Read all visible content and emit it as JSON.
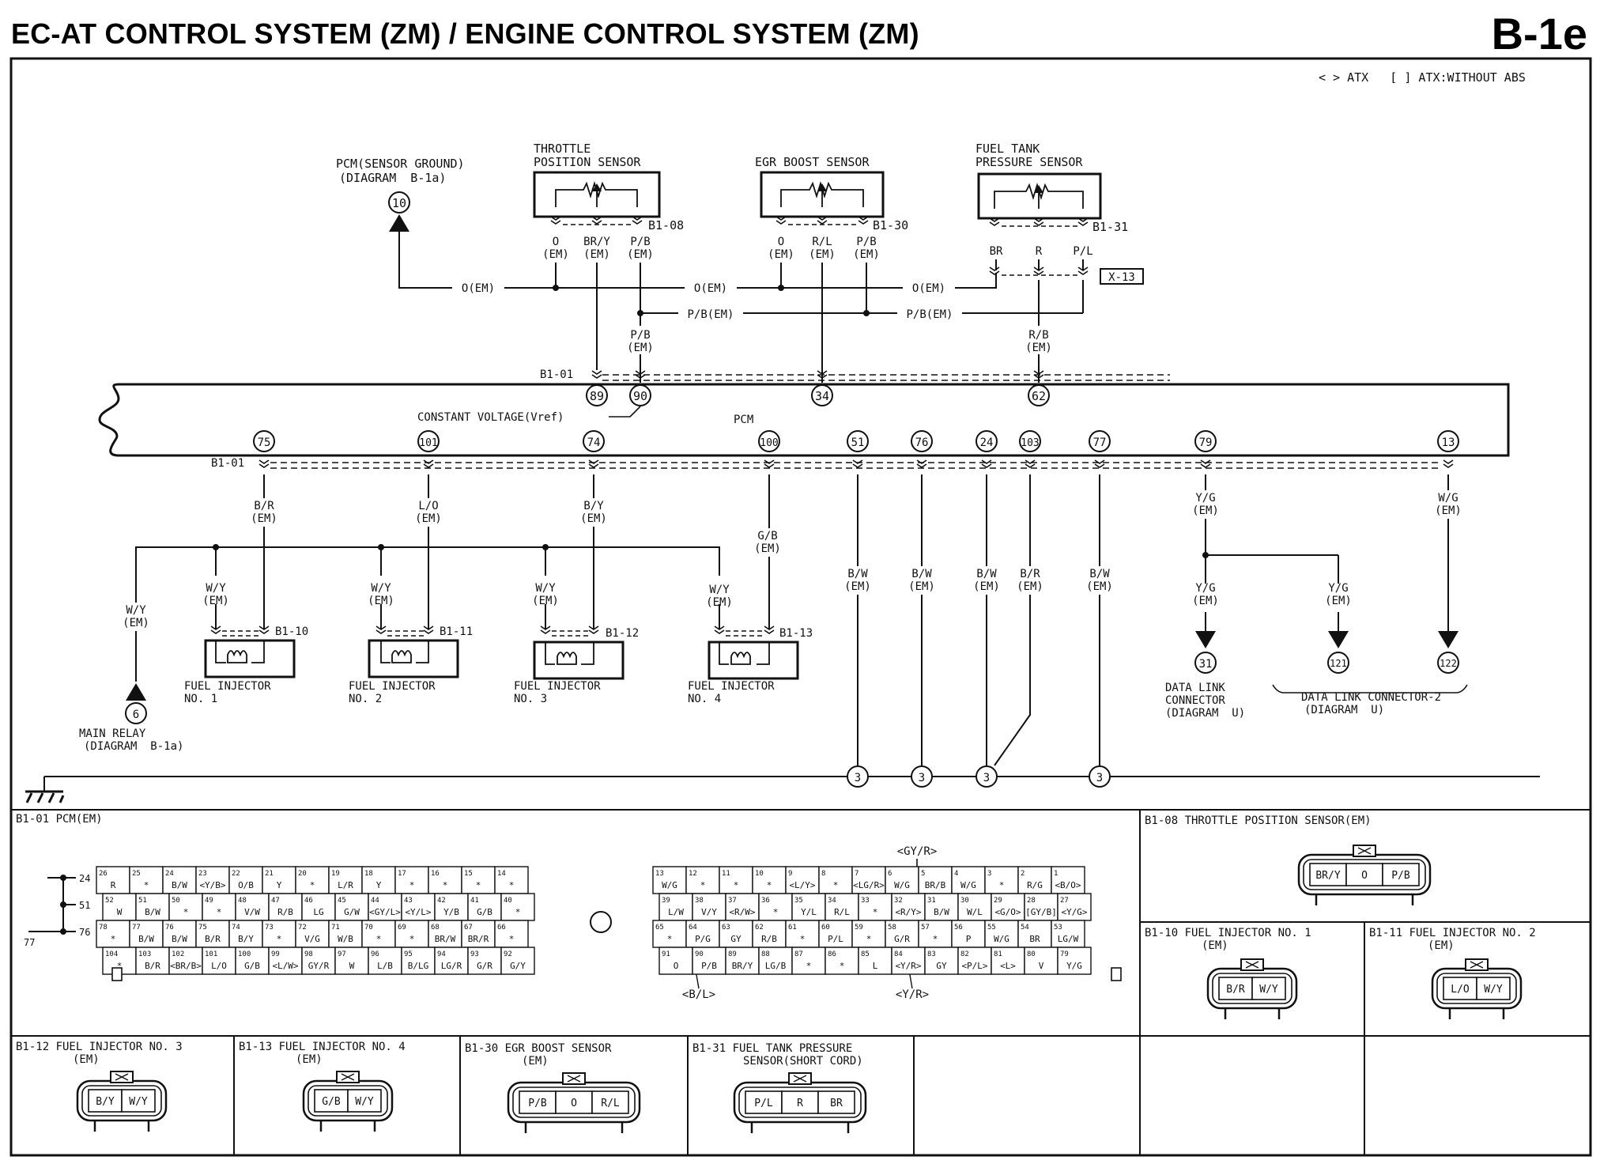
{
  "header": {
    "title": "EC-AT CONTROL SYSTEM (ZM) / ENGINE CONTROL SYSTEM (ZM)",
    "code": "B-1e",
    "legend": "< > ATX   [ ] ATX:WITHOUT ABS"
  },
  "pcm": {
    "label": "PCM",
    "connector_top": "B1-01",
    "connector_bottom": "B1-01",
    "constant_voltage": "CONSTANT VOLTAGE(Vref)"
  },
  "sensor_ground": {
    "label": "PCM(SENSOR GROUND)",
    "ref": "(DIAGRAM  B-1a)",
    "terminal": "10"
  },
  "sensors": [
    {
      "title1": "THROTTLE",
      "title2": "POSITION SENSOR",
      "connector": "B1-08",
      "wires": [
        {
          "c": "O",
          "s": "(EM)"
        },
        {
          "c": "BR/Y",
          "s": "(EM)"
        },
        {
          "c": "P/B",
          "s": "(EM)"
        }
      ]
    },
    {
      "title1": "",
      "title2": "EGR BOOST SENSOR",
      "connector": "B1-30",
      "wires": [
        {
          "c": "O",
          "s": "(EM)"
        },
        {
          "c": "R/L",
          "s": "(EM)"
        },
        {
          "c": "P/B",
          "s": "(EM)"
        }
      ]
    },
    {
      "title1": "FUEL TANK",
      "title2": "PRESSURE SENSOR",
      "connector": "B1-31",
      "wires": [
        {
          "c": "BR",
          "s": ""
        },
        {
          "c": "R",
          "s": ""
        },
        {
          "c": "P/L",
          "s": ""
        }
      ]
    }
  ],
  "mid_wires": {
    "o_em": "O(EM)",
    "pb_em": "P/B(EM)",
    "pb": "P/B",
    "em": "(EM)",
    "rb": "R/B",
    "x13": "X-13"
  },
  "pcm_top_terminals": [
    "89",
    "90",
    "34",
    "62"
  ],
  "pcm_bottom_terminals": [
    {
      "t": "75",
      "c": "B/R",
      "s": "(EM)"
    },
    {
      "t": "101",
      "c": "L/O",
      "s": "(EM)"
    },
    {
      "t": "74",
      "c": "B/Y",
      "s": "(EM)"
    },
    {
      "t": "100",
      "c": "G/B",
      "s": "(EM)"
    },
    {
      "t": "51",
      "c": "B/W",
      "s": "(EM)"
    },
    {
      "t": "76",
      "c": "B/W",
      "s": "(EM)"
    },
    {
      "t": "24",
      "c": "B/W",
      "s": "(EM)"
    },
    {
      "t": "103",
      "c": "B/R",
      "s": "(EM)"
    },
    {
      "t": "77",
      "c": "B/W",
      "s": "(EM)"
    },
    {
      "t": "79",
      "c": "Y/G",
      "s": "(EM)"
    },
    {
      "t": "13",
      "c": "W/G",
      "s": "(EM)"
    }
  ],
  "injectors": [
    {
      "name": "FUEL INJECTOR",
      "no": "NO. 1",
      "connector": "B1-10"
    },
    {
      "name": "FUEL INJECTOR",
      "no": "NO. 2",
      "connector": "B1-11"
    },
    {
      "name": "FUEL INJECTOR",
      "no": "NO. 3",
      "connector": "B1-12"
    },
    {
      "name": "FUEL INJECTOR",
      "no": "NO. 4",
      "connector": "B1-13"
    }
  ],
  "injector_feed": {
    "c": "W/Y",
    "s": "(EM)"
  },
  "main_relay": {
    "terminal": "6",
    "label": "MAIN RELAY",
    "ref": "(DIAGRAM  B-1a)"
  },
  "ground_terminal": "3",
  "dlc": {
    "yg": "Y/G",
    "em": "(EM)",
    "t31": "31",
    "t121": "121",
    "t122": "122",
    "dlc1_a": "DATA LINK",
    "dlc1_b": "CONNECTOR",
    "dlc1_c": "(DIAGRAM  U)",
    "dlc2_a": "DATA LINK CONNECTOR-2",
    "dlc2_b": "(DIAGRAM  U)"
  },
  "pcm_connector": {
    "title": "B1-01 PCM(EM)",
    "left_rows": [
      [
        "26 R",
        "25 *",
        "24 B/W",
        "23 <Y/B>",
        "22 O/B",
        "21 Y",
        "20 *",
        "19 L/R",
        "18 Y",
        "17 *",
        "16 *",
        "15 *",
        "14 *"
      ],
      [
        "52 W",
        "51 B/W",
        "50 *",
        "49 *",
        "48 V/W",
        "47 R/B",
        "46 LG",
        "45 G/W",
        "44 <GY/L>",
        "43 <Y/L>",
        "42 Y/B",
        "41 G/B",
        "40 *"
      ],
      [
        "78 *",
        "77 B/W",
        "76 B/W",
        "75 B/R",
        "74 B/Y",
        "73 *",
        "72 V/G",
        "71 W/B",
        "70 *",
        "69 *",
        "68 BR/W",
        "67 BR/R",
        "66 *"
      ],
      [
        "104 *",
        "103 B/R",
        "102 <BR/B>",
        "101 L/O",
        "100 G/B",
        "99 <L/W>",
        "98 GY/R",
        "97 W",
        "96 L/B",
        "95 B/LG",
        "94 LG/R",
        "93 G/R",
        "92 G/Y"
      ]
    ],
    "right_rows": [
      [
        "13 W/G",
        "12 *",
        "11 *",
        "10 *",
        "9 <L/Y>",
        "8 *",
        "7 <LG/R>",
        "6 W/G",
        "5 BR/B",
        "4 W/G",
        "3 *",
        "2 R/G",
        "1 <B/O>"
      ],
      [
        "39 L/W",
        "38 V/Y",
        "37 <R/W>",
        "36 *",
        "35 Y/L",
        "34 R/L",
        "33 *",
        "32 <R/Y>",
        "31 B/W",
        "30 W/L",
        "29 <G/O>",
        "28 [GY/B]",
        "27 <Y/G>"
      ],
      [
        "65 *",
        "64 P/G",
        "63 GY",
        "62 R/B",
        "61 *",
        "60 P/L",
        "59 *",
        "58 G/R",
        "57 *",
        "56 P",
        "55 W/G",
        "54 BR",
        "53 LG/W"
      ],
      [
        "91 O",
        "90 P/B",
        "89 BR/Y",
        "88 LG/B",
        "87 *",
        "86 *",
        "85 L",
        "84 <Y/R>",
        "83 GY",
        "82 <P/L>",
        "81 <L>",
        "80 V",
        "79 Y/G"
      ]
    ],
    "note_gyr": "<GY/R>",
    "note_bl": "<B/L>",
    "note_yr": "<Y/R>",
    "side_24": "24",
    "side_51": "51",
    "side_76": "76",
    "side_77": "77"
  },
  "panels": [
    {
      "title": "B1-08 THROTTLE POSITION SENSOR(EM)",
      "sub": "",
      "pins": [
        "BR/Y",
        "O",
        "P/B"
      ]
    },
    {
      "title": "B1-10 FUEL INJECTOR NO. 1",
      "sub": "(EM)",
      "pins": [
        "B/R",
        "W/Y"
      ]
    },
    {
      "title": "B1-11 FUEL INJECTOR NO. 2",
      "sub": "(EM)",
      "pins": [
        "L/O",
        "W/Y"
      ]
    },
    {
      "title": "B1-12 FUEL INJECTOR NO. 3",
      "sub": "(EM)",
      "pins": [
        "B/Y",
        "W/Y"
      ]
    },
    {
      "title": "B1-13 FUEL INJECTOR NO. 4",
      "sub": "(EM)",
      "pins": [
        "G/B",
        "W/Y"
      ]
    },
    {
      "title": "B1-30 EGR BOOST SENSOR",
      "sub": "(EM)",
      "pins": [
        "P/B",
        "O",
        "R/L"
      ]
    },
    {
      "title": "B1-31 FUEL TANK PRESSURE",
      "sub": "SENSOR(SHORT CORD)",
      "pins": [
        "P/L",
        "R",
        "BR"
      ]
    }
  ]
}
